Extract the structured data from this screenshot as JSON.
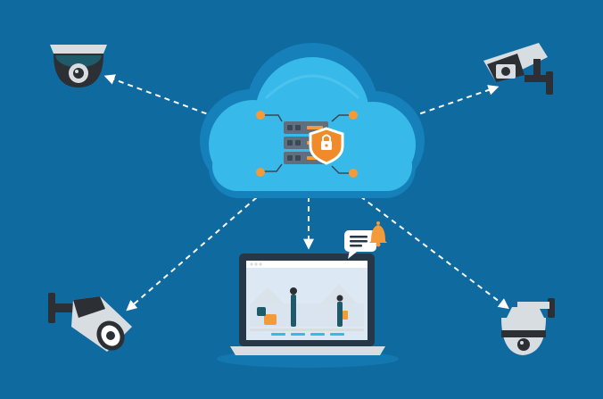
{
  "colors": {
    "background": "#0f6aa0",
    "cloud_halo": "#1580ba",
    "cloud": "#37b9ea",
    "cloud_edge": "#55c8f0",
    "server_body": "#5f6f7d",
    "server_slot": "#3b4956",
    "server_light": "#f39a3b",
    "shield": "#f08a2a",
    "shield_outline": "#ffffff",
    "node": "#f39a3b",
    "arrow": "#ffffff",
    "camera_light": "#d8dde2",
    "camera_dark": "#2c2f33",
    "camera_teal": "#1f5a6a",
    "laptop_frame": "#263847",
    "laptop_base": "#d7dde3",
    "screen_bg": "#dce8f4",
    "chat_bubble": "#ffffff",
    "bell": "#f39a3b"
  },
  "icons": {
    "cloud": "cloud-icon",
    "server": "server-stack-icon",
    "lock": "lock-shield-icon",
    "bell": "notification-bell-icon",
    "chat": "chat-bubble-icon"
  },
  "diagram": {
    "nodes": [
      {
        "id": "cloud",
        "kind": "cloud-storage"
      },
      {
        "id": "cam-dome-tl",
        "kind": "dome-camera"
      },
      {
        "id": "cam-bullet-tr",
        "kind": "bullet-camera"
      },
      {
        "id": "cam-bullet-bl",
        "kind": "bullet-camera"
      },
      {
        "id": "cam-ptz-br",
        "kind": "ptz-camera"
      },
      {
        "id": "laptop",
        "kind": "monitoring-laptop"
      }
    ],
    "edges": [
      {
        "from": "cloud",
        "to": "cam-dome-tl",
        "style": "dashed-arrow"
      },
      {
        "from": "cloud",
        "to": "cam-bullet-tr",
        "style": "dashed-arrow"
      },
      {
        "from": "cloud",
        "to": "cam-bullet-bl",
        "style": "dashed-arrow"
      },
      {
        "from": "cloud",
        "to": "cam-ptz-br",
        "style": "dashed-arrow"
      },
      {
        "from": "cloud",
        "to": "laptop",
        "style": "dashed-arrow"
      }
    ]
  }
}
